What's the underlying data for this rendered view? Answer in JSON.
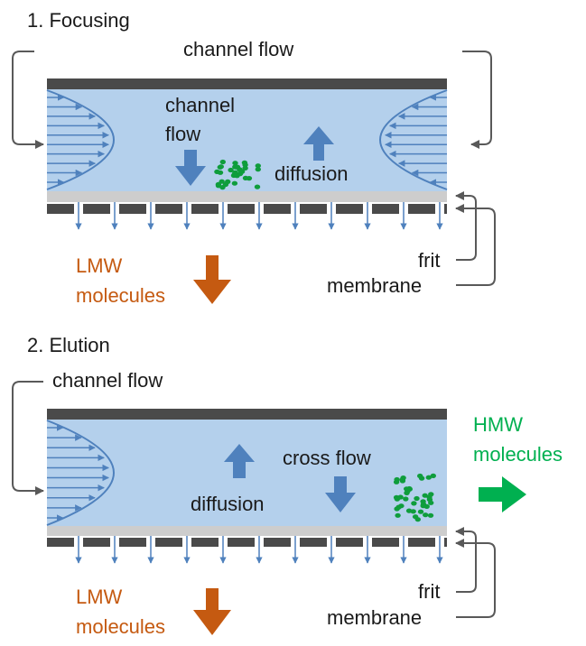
{
  "panels": [
    {
      "step_label": "1. Focusing",
      "channel_flow_label": "channel flow",
      "inner_flow_label_line1": "channel",
      "inner_flow_label_line2": "flow",
      "diffusion_label": "diffusion",
      "lmw_line1": "LMW",
      "lmw_line2": "molecules",
      "frit_label": "frit",
      "membrane_label": "membrane"
    },
    {
      "step_label": "2. Elution",
      "channel_flow_label": "channel flow",
      "cross_flow_label": "cross flow",
      "diffusion_label": "diffusion",
      "hmw_line1": "HMW",
      "hmw_line2": "molecules",
      "lmw_line1": "LMW",
      "lmw_line2": "molecules",
      "frit_label": "frit",
      "membrane_label": "membrane"
    }
  ],
  "colors": {
    "channel_fill": "#b4d0ec",
    "wall": "#4a4a4a",
    "frit": "#cdcdcd",
    "flow_arrow": "#4f81bd",
    "lmw": "#c55a11",
    "hmw": "#00b050",
    "particle": "#0f9d3c",
    "text": "#1a1a1a",
    "bracket": "#595959"
  }
}
